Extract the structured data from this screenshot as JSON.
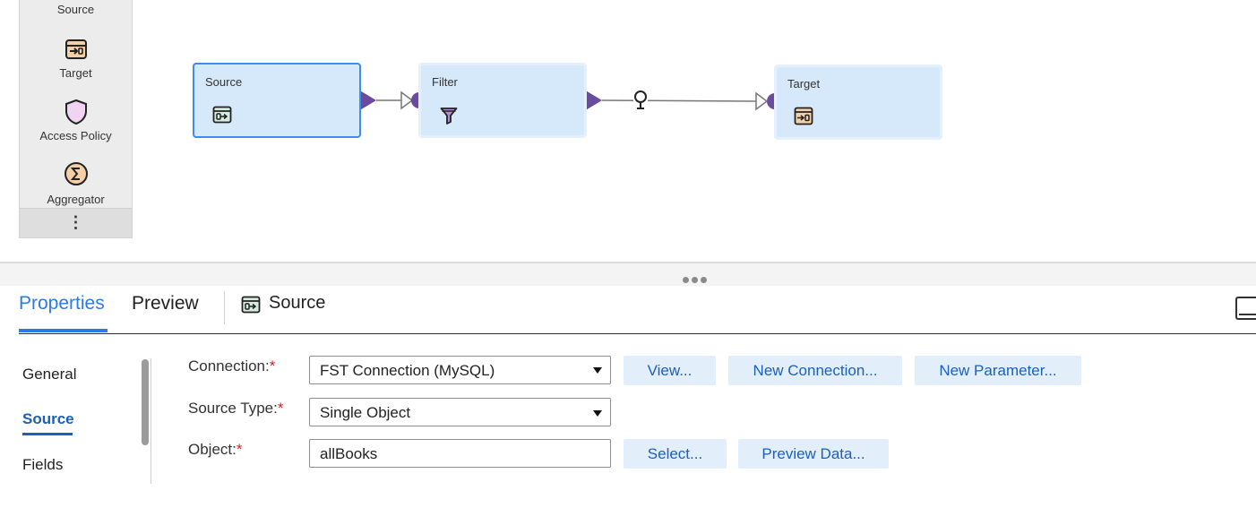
{
  "palette": {
    "items": [
      {
        "label": "Source",
        "icon": "source-icon"
      },
      {
        "label": "Target",
        "icon": "target-icon"
      },
      {
        "label": "Access Policy",
        "icon": "shield-icon"
      },
      {
        "label": "Aggregator",
        "icon": "sigma-icon"
      }
    ],
    "more": "⋮"
  },
  "canvas": {
    "nodes": [
      {
        "title": "Source",
        "icon": "source-icon",
        "selected": true
      },
      {
        "title": "Filter",
        "icon": "funnel-icon",
        "selected": false
      },
      {
        "title": "Target",
        "icon": "target-icon",
        "selected": false
      }
    ],
    "connector_color": "#6b4b9e",
    "hint_icon": "lightbulb-icon"
  },
  "tabs": [
    {
      "label": "Properties",
      "active": true
    },
    {
      "label": "Preview",
      "active": false
    }
  ],
  "selected_object": {
    "label": "Source",
    "icon": "source-icon"
  },
  "side_nav": [
    {
      "label": "General",
      "active": false
    },
    {
      "label": "Source",
      "active": true
    },
    {
      "label": "Fields",
      "active": false
    }
  ],
  "form": {
    "connection": {
      "label": "Connection:",
      "required": "*",
      "value": "FST Connection (MySQL)"
    },
    "source_type": {
      "label": "Source Type:",
      "required": "*",
      "value": "Single Object"
    },
    "object": {
      "label": "Object:",
      "required": "*",
      "value": "allBooks"
    },
    "buttons": {
      "view": "View...",
      "new_connection": "New Connection...",
      "new_parameter": "New Parameter...",
      "select": "Select...",
      "preview_data": "Preview Data..."
    }
  },
  "colors": {
    "accent": "#2c7be5",
    "link": "#1b5fbf",
    "node_fill": "#d6e9fb",
    "required": "#d62020"
  }
}
